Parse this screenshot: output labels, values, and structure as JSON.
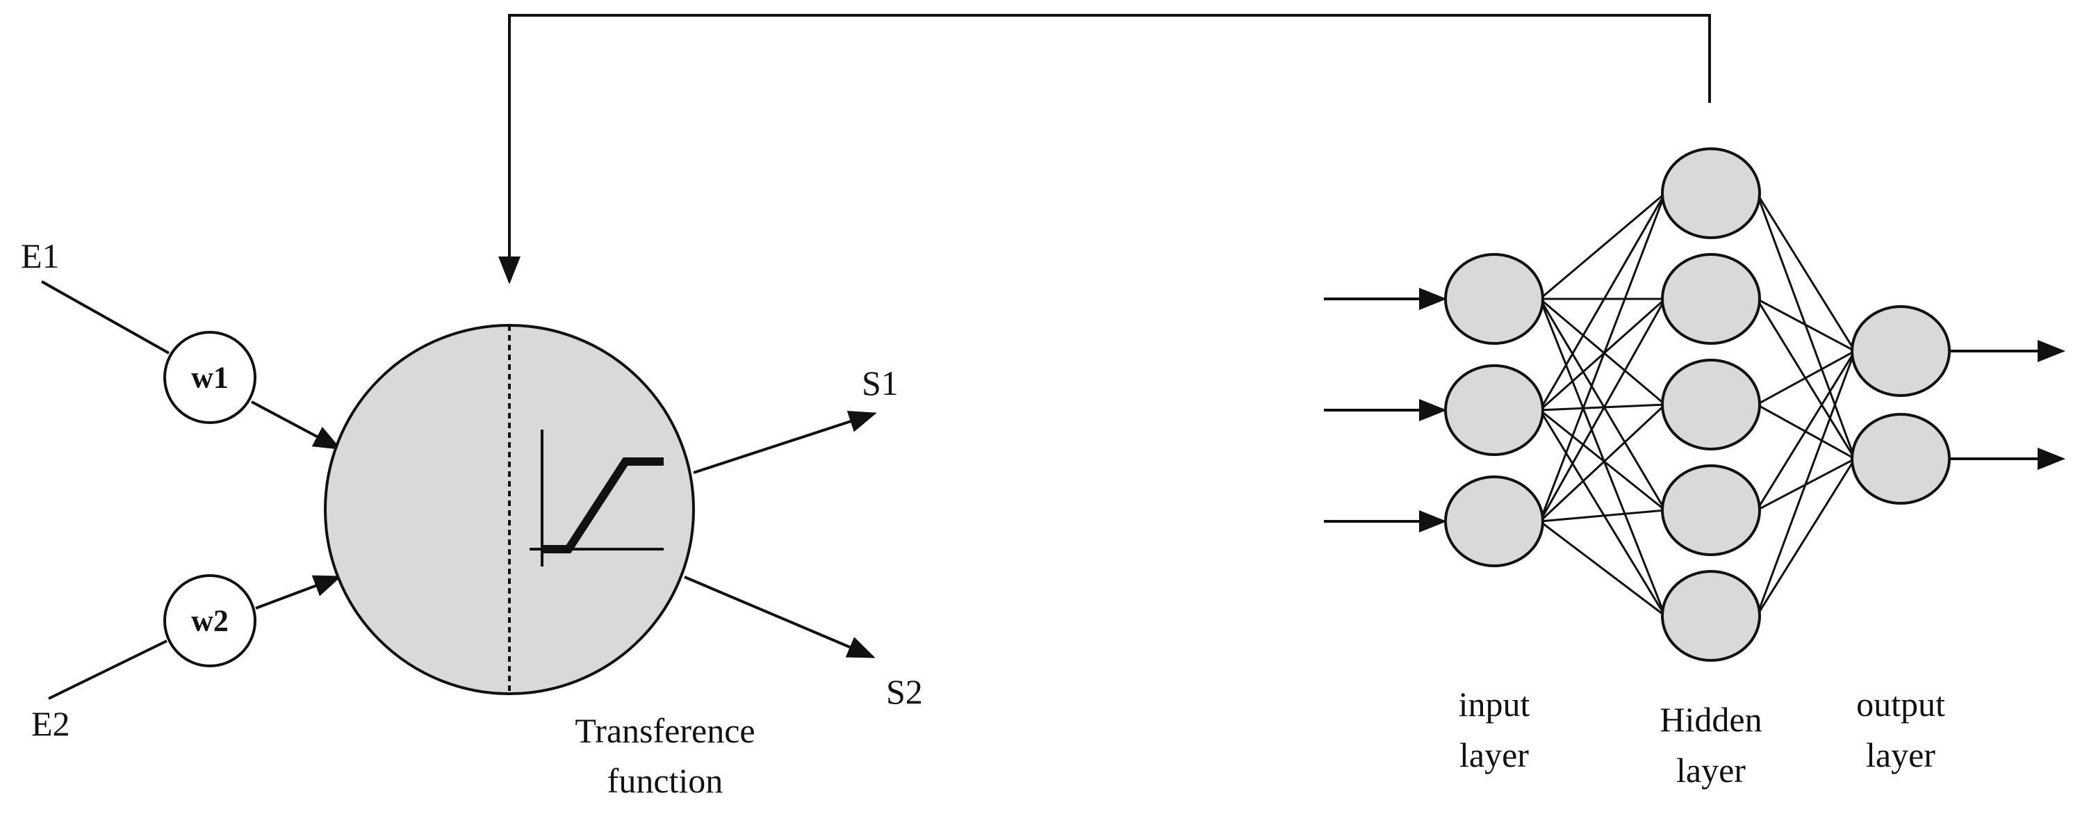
{
  "neuron": {
    "inputs": [
      "E1",
      "E2"
    ],
    "weights": [
      "w1",
      "w2"
    ],
    "outputs": [
      "S1",
      "S2"
    ],
    "caption_line1": "Transference",
    "caption_line2": "function"
  },
  "network": {
    "input_line1": "input",
    "input_line2": "layer",
    "hidden_line1": "Hidden",
    "hidden_line2": "layer",
    "output_line1": "output",
    "output_line2": "layer",
    "layer_sizes": [
      3,
      5,
      2
    ]
  },
  "colors": {
    "node_fill": "#d9d9d9",
    "stroke": "#111111",
    "background": "#ffffff"
  }
}
